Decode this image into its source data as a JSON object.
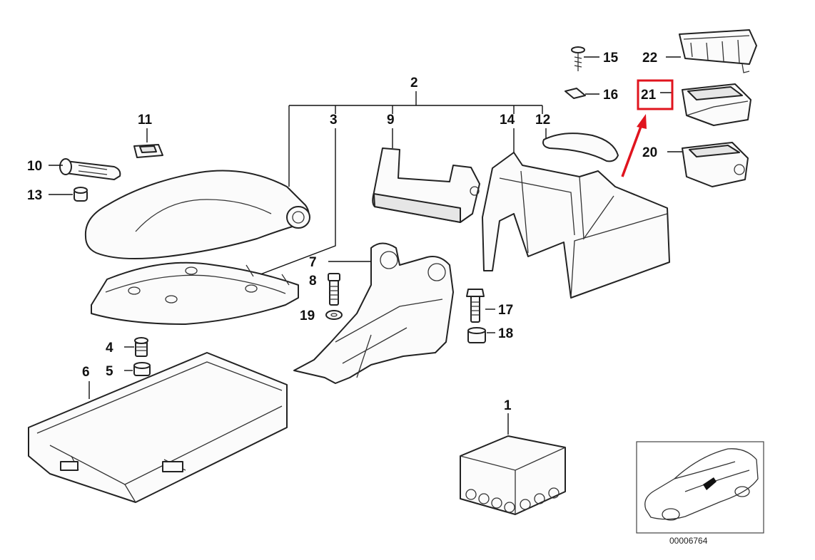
{
  "callouts": [
    {
      "id": "1",
      "label": "1"
    },
    {
      "id": "2",
      "label": "2"
    },
    {
      "id": "3",
      "label": "3"
    },
    {
      "id": "4",
      "label": "4"
    },
    {
      "id": "5",
      "label": "5"
    },
    {
      "id": "6",
      "label": "6"
    },
    {
      "id": "7",
      "label": "7"
    },
    {
      "id": "8",
      "label": "8"
    },
    {
      "id": "9",
      "label": "9"
    },
    {
      "id": "10",
      "label": "10"
    },
    {
      "id": "11",
      "label": "11"
    },
    {
      "id": "12",
      "label": "12"
    },
    {
      "id": "13",
      "label": "13"
    },
    {
      "id": "14",
      "label": "14"
    },
    {
      "id": "15",
      "label": "15"
    },
    {
      "id": "16",
      "label": "16"
    },
    {
      "id": "17",
      "label": "17"
    },
    {
      "id": "18",
      "label": "18"
    },
    {
      "id": "19",
      "label": "19"
    },
    {
      "id": "20",
      "label": "20"
    },
    {
      "id": "21",
      "label": "21"
    },
    {
      "id": "22",
      "label": "22"
    }
  ],
  "highlight": {
    "part": "21",
    "color": "#e0141e"
  },
  "reference_number": "00006764"
}
